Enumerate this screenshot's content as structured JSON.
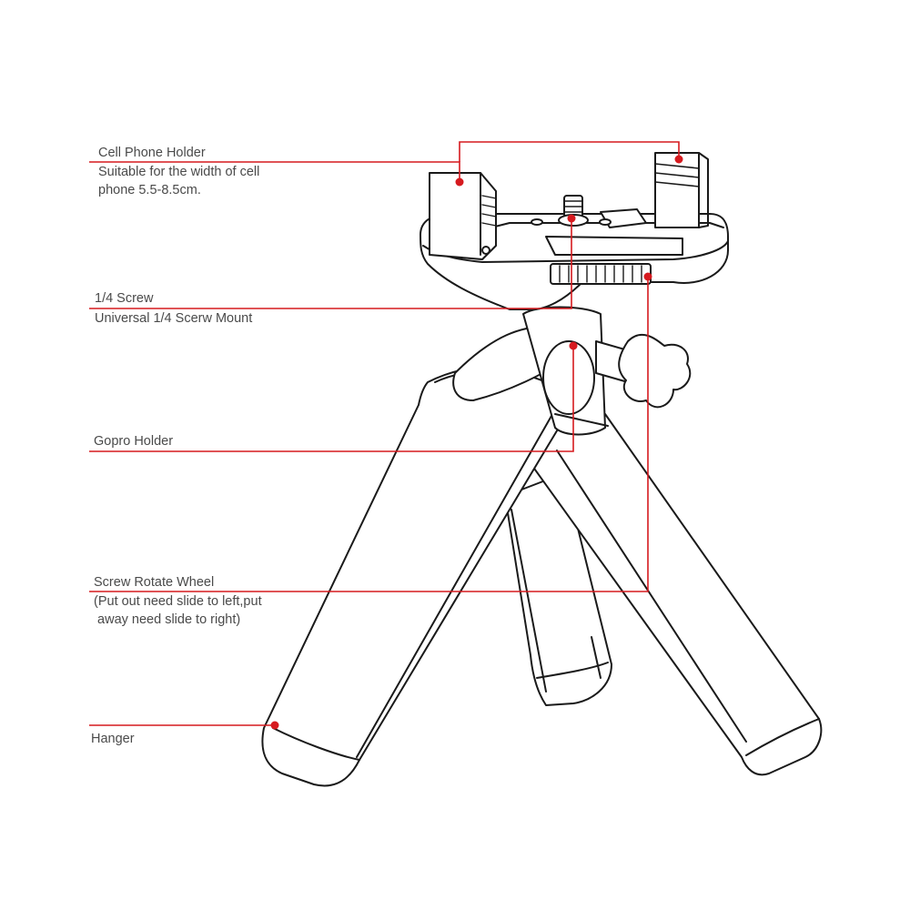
{
  "accent_color": "#d61a1f",
  "line_color": "#1a1a1a",
  "callouts": [
    {
      "id": "cell-phone-holder",
      "title": "Cell Phone Holder",
      "description": [
        "Suitable for the width of cell",
        "phone 5.5-8.5cm."
      ]
    },
    {
      "id": "quarter-screw",
      "title": "1/4 Screw",
      "description": [
        "Universal 1/4 Scerw Mount"
      ]
    },
    {
      "id": "gopro-holder",
      "title": "Gopro Holder",
      "description": []
    },
    {
      "id": "screw-rotate-wheel",
      "title": "Screw Rotate Wheel",
      "description": [
        "(Put out need slide to left,put",
        " away need slide to right)"
      ]
    },
    {
      "id": "hanger",
      "title": "Hanger",
      "description": []
    }
  ]
}
